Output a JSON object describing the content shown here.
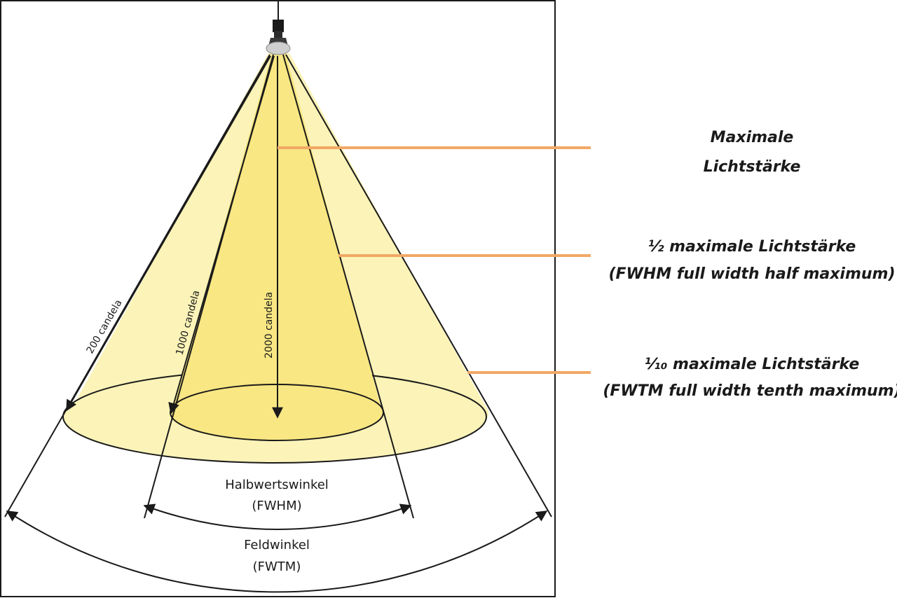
{
  "beam": {
    "candela_labels": {
      "outer": "200 candela",
      "middle": "1000 candela",
      "inner": "2000 candela"
    },
    "angles": {
      "fwhm_line1": "Halbwertswinkel",
      "fwhm_line2": "(FWHM)",
      "fwtm_line1": "Feldwinkel",
      "fwtm_line2": "(FWTM)"
    }
  },
  "legend": {
    "max": {
      "line1": "Maximale",
      "line2": "Lichtstärke"
    },
    "half": {
      "line1": "½ maximale Lichtstärke",
      "line2": "(FWHM full width half maximum)"
    },
    "tenth": {
      "line1": "⅒ maximale Lichtstärke",
      "line2": "(FWTM full width tenth maximum)"
    }
  },
  "colors": {
    "outer_cone": "#fbf3b8",
    "inner_cone": "#f8e783",
    "pointer_line": "#f2a865",
    "stroke": "#1a1a1a"
  }
}
